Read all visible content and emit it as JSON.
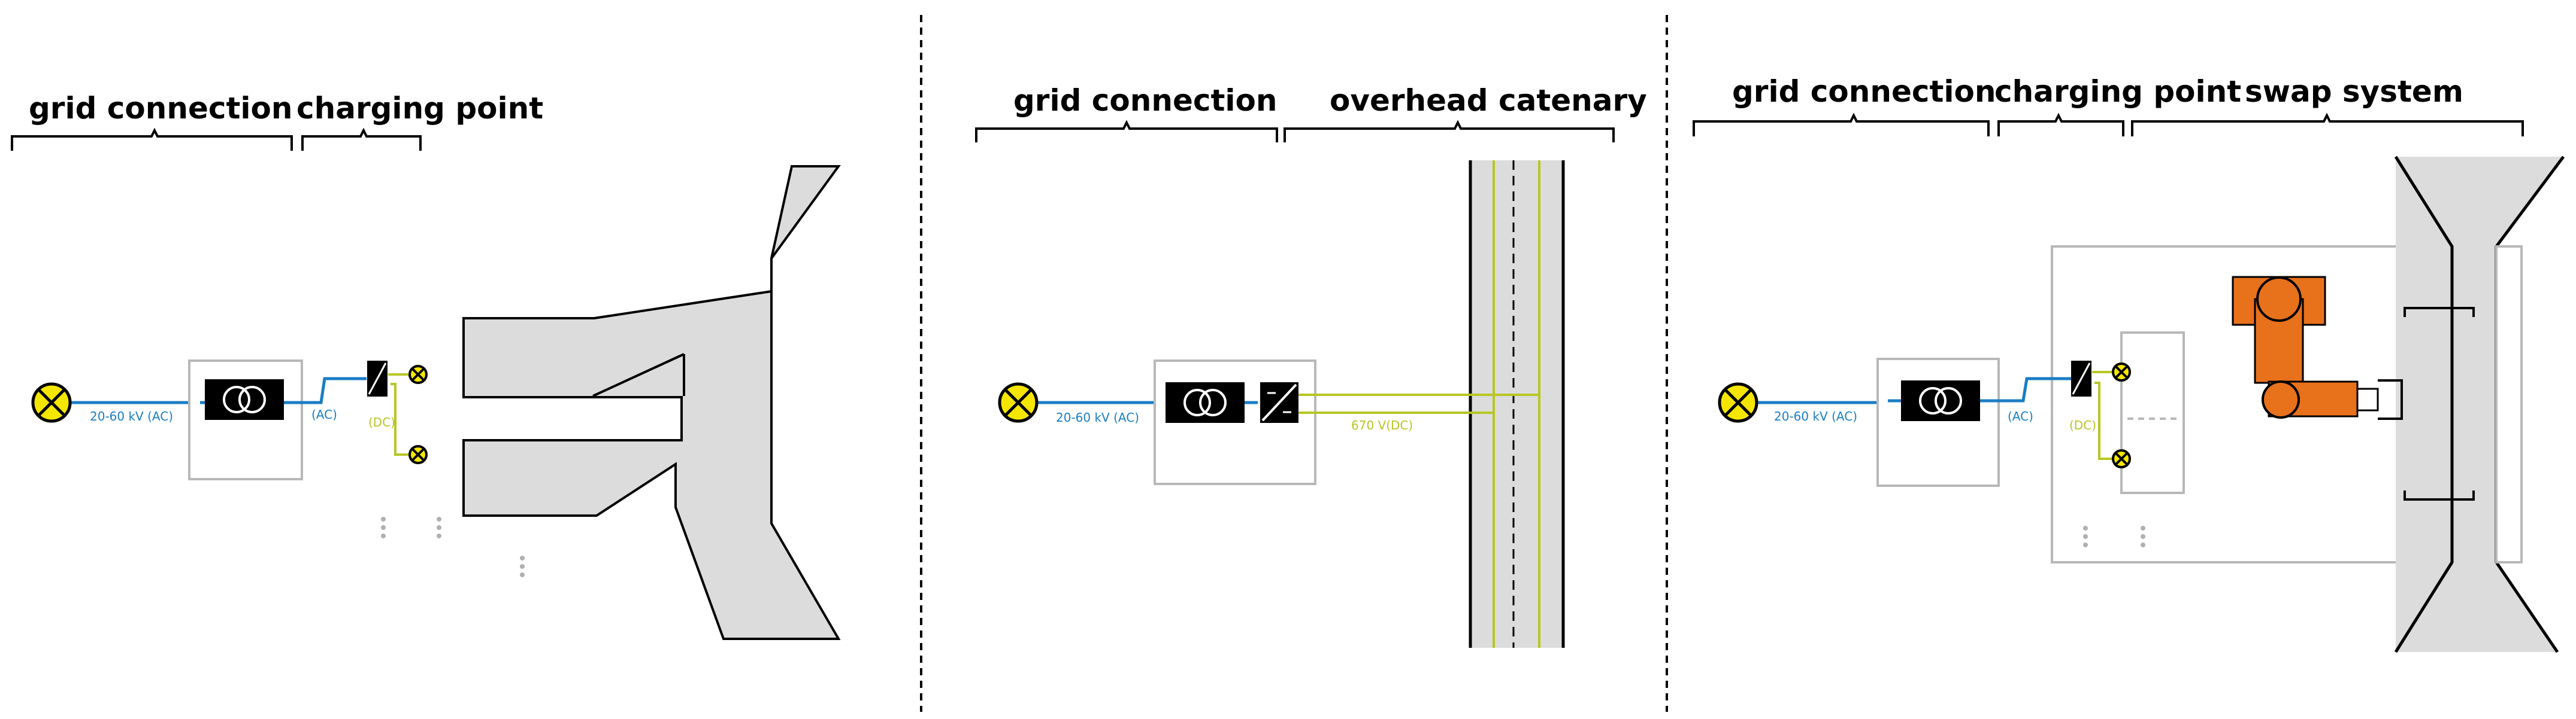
{
  "panel_1": {
    "headers": {
      "grid": "grid connection",
      "charging": "charging point"
    },
    "ac_grid_label": "20-60 kV (AC)",
    "ac_label": "(AC)",
    "dc_label": "(DC)"
  },
  "panel_2": {
    "headers": {
      "grid": "grid connection",
      "catenary": "overhead catenary"
    },
    "ac_grid_label": "20-60 kV (AC)",
    "dc_voltage_label": "670 V(DC)"
  },
  "panel_3": {
    "headers": {
      "grid": "grid connection",
      "charging": "charging point",
      "swap": "swap system"
    },
    "ac_grid_label": "20-60 kV (AC)",
    "ac_label": "(AC)",
    "dc_label": "(DC)"
  },
  "colors": {
    "ac_line": "#1a7dc4",
    "dc_line": "#b7c624",
    "source": "#f5e600",
    "road": "#dcdcdc",
    "robot": "#e8711c",
    "box_border": "#b8b8b8"
  },
  "icons": [
    "grid-source-icon",
    "transformer-icon",
    "converter-icon",
    "charger-icon",
    "outlet-icon",
    "swap-robot-icon"
  ]
}
